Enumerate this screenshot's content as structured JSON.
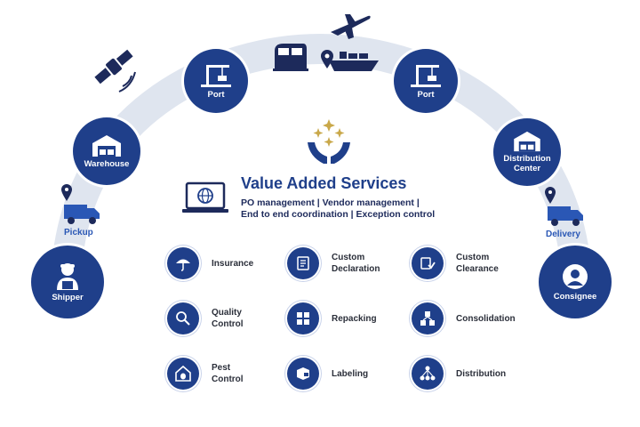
{
  "arc_nodes": {
    "shipper": "Shipper",
    "warehouse": "Warehouse",
    "port_left": "Port",
    "port_right": "Port",
    "distribution_center": "Distribution\nCenter",
    "consignee": "Consignee"
  },
  "edge_labels": {
    "pickup": "Pickup",
    "delivery": "Delivery"
  },
  "value_added": {
    "title": "Value Added Services",
    "line1": "PO management | Vendor management |",
    "line2": "End to end coordination | Exception control"
  },
  "services": {
    "insurance": "Insurance",
    "custom_declaration": "Custom\nDeclaration",
    "custom_clearance": "Custom\nClearance",
    "quality_control": "Quality\nControl",
    "repacking": "Repacking",
    "consolidation": "Consolidation",
    "pest_control": "Pest\nControl",
    "labeling": "Labeling",
    "distribution": "Distribution"
  },
  "colors": {
    "primary": "#1f3f8a",
    "arc": "#dfe5ef",
    "accent": "#c9a84a"
  },
  "icons": {
    "arc": [
      "shipper-icon",
      "warehouse-icon",
      "port-crane-icon",
      "distribution-center-icon",
      "consignee-icon"
    ],
    "decor": [
      "satellite-icon",
      "train-icon",
      "ship-icon",
      "airplane-icon",
      "truck-icon",
      "location-pin-icon",
      "laptop-globe-icon",
      "hands-sparkle-icon"
    ],
    "services": [
      "umbrella-icon",
      "customs-icon",
      "clearance-icon",
      "magnifier-icon",
      "boxes-icon",
      "consolidation-icon",
      "pest-house-icon",
      "label-box-icon",
      "network-icon"
    ]
  }
}
